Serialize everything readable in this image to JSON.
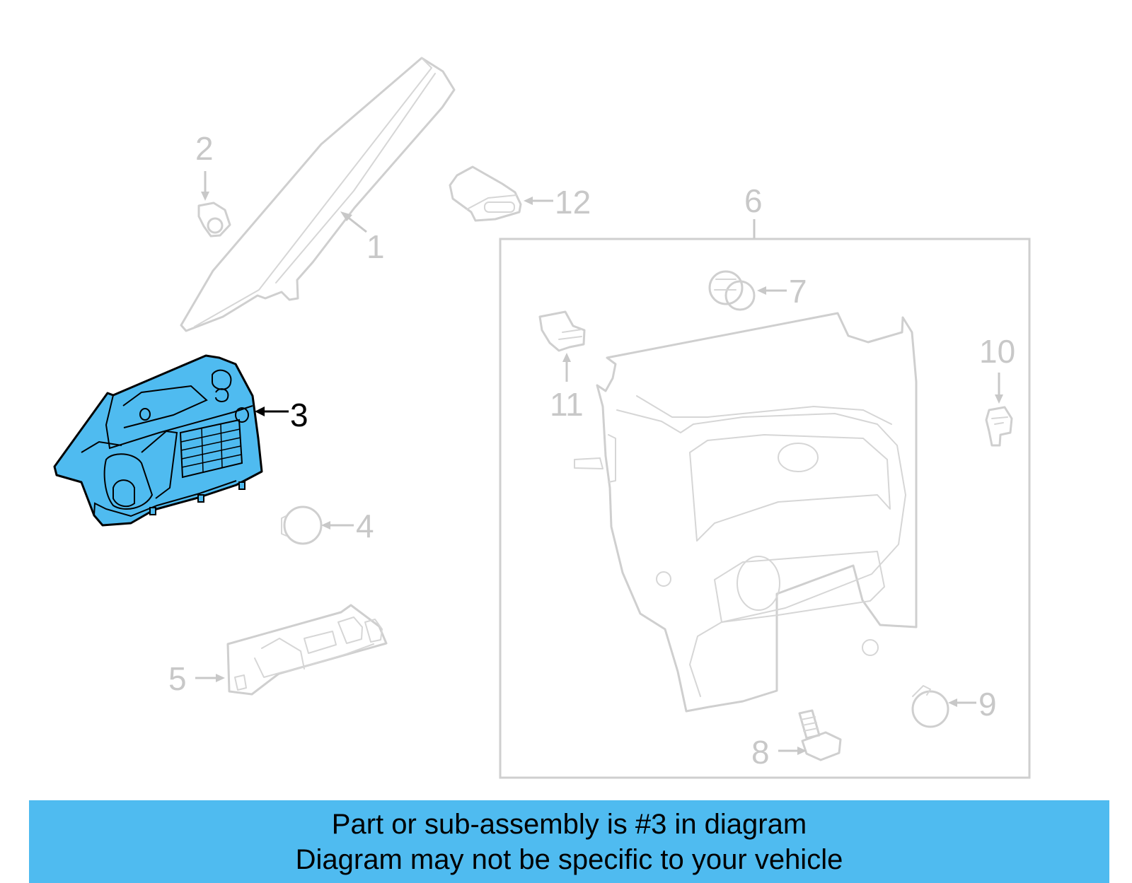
{
  "callouts": {
    "c1": "1",
    "c2": "2",
    "c3": "3",
    "c4": "4",
    "c5": "5",
    "c6": "6",
    "c7": "7",
    "c8": "8",
    "c9": "9",
    "c10": "10",
    "c11": "11",
    "c12": "12"
  },
  "highlight": {
    "part_number": "3",
    "color": "#4fbbf0"
  },
  "banner": {
    "line1": "Part or sub-assembly is #3 in diagram",
    "line2": "Diagram may not be specific to your vehicle"
  }
}
